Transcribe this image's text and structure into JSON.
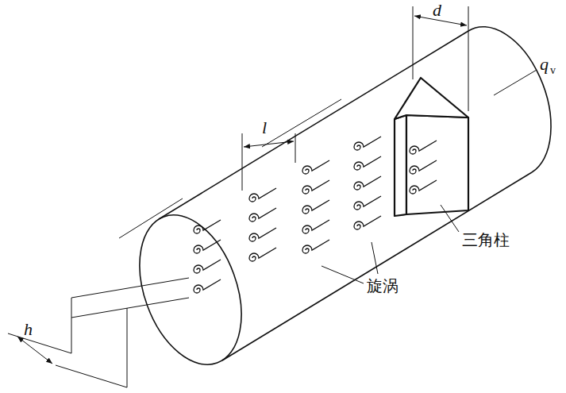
{
  "diagram": {
    "labels": [
      "d",
      "q",
      "v",
      "l",
      "三角柱",
      "旋涡",
      "h"
    ]
  }
}
